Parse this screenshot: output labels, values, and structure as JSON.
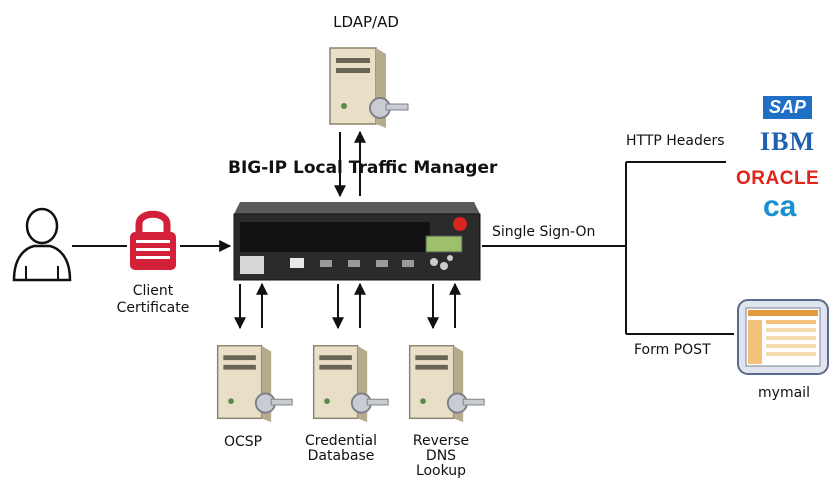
{
  "labels": {
    "ldap": "LDAP/AD",
    "bigip": "BIG-IP Local Traffic Manager",
    "client_cert": "Client\nCertificate",
    "sso": "Single Sign-On",
    "http_headers": "HTTP Headers",
    "form_post": "Form POST",
    "mymail": "mymail",
    "ocsp": "OCSP",
    "credential_db": "Credential\nDatabase",
    "reverse_dns": "Reverse\nDNS\nLookup"
  },
  "brands": {
    "sap": "SAP",
    "ibm": "IBM",
    "oracle": "ORACLE",
    "ca": "ca"
  },
  "colors": {
    "lock": "#d4213a",
    "sap": "#1f6fc5",
    "ibm": "#1f5fb0",
    "oracle": "#e2231a",
    "ca": "#1a8fd1",
    "server_body": "#e8dfc6",
    "device_body": "#2b2b2b"
  },
  "icons": [
    "user-icon",
    "lock-icon",
    "server-icon",
    "key-icon",
    "appliance-icon",
    "mail-window-icon"
  ]
}
